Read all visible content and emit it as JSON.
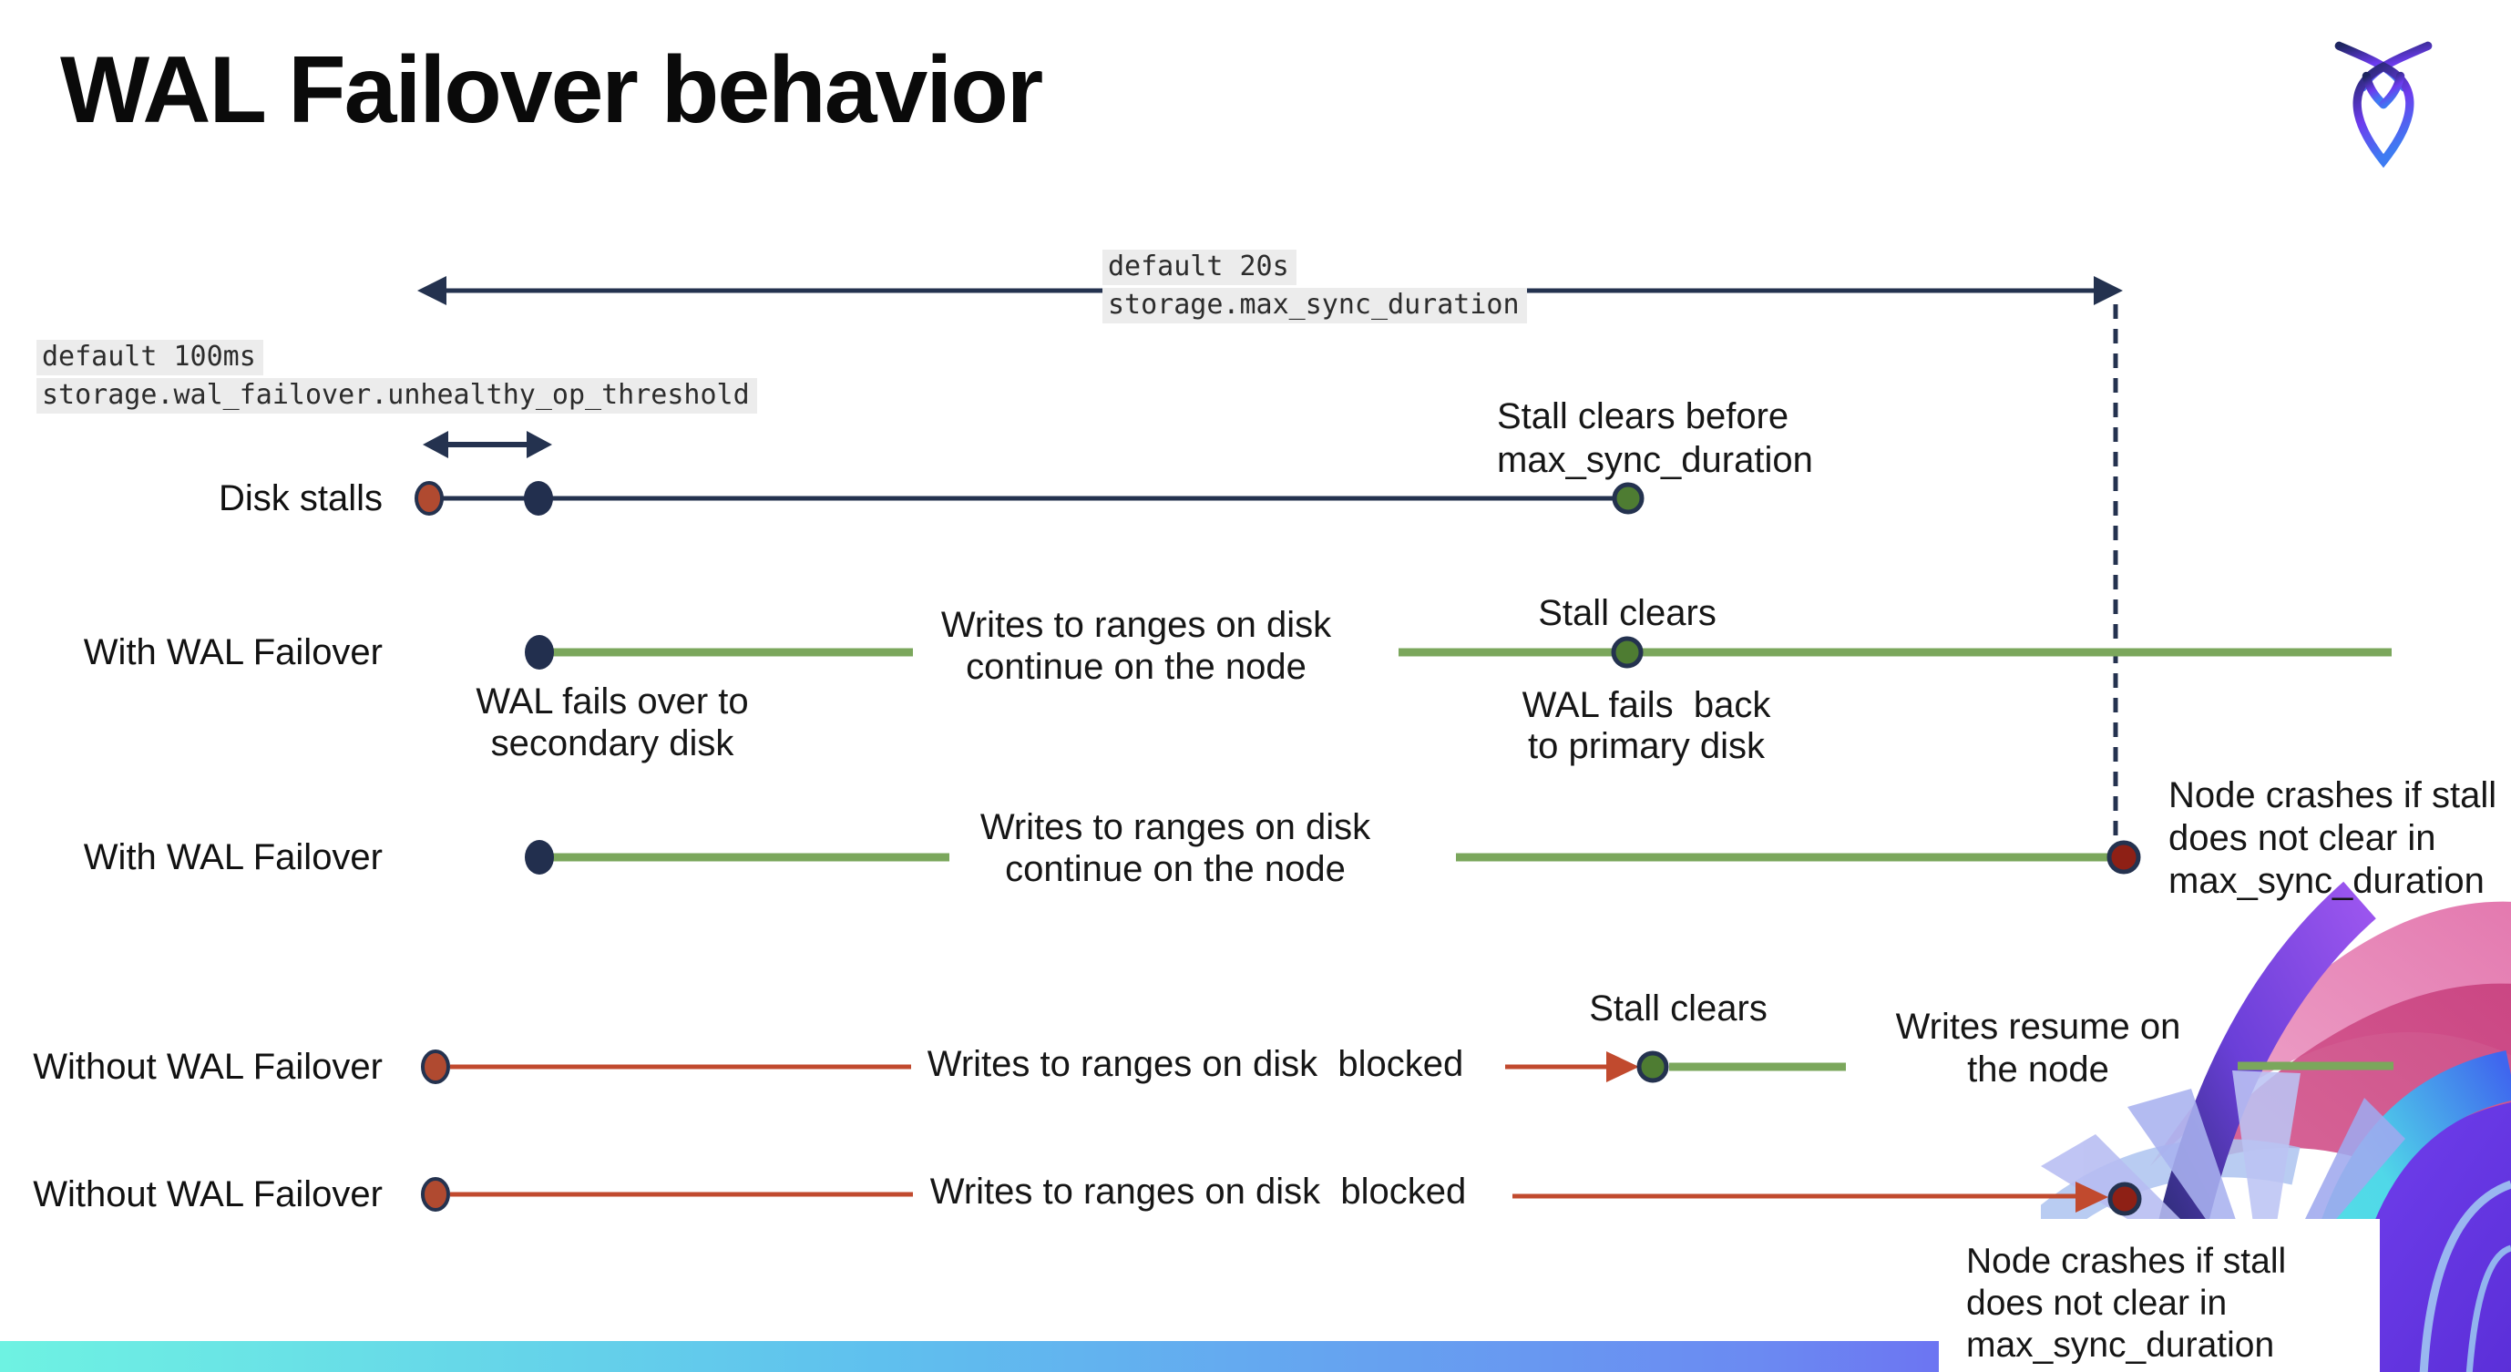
{
  "slide": {
    "title": "WAL Failover behavior",
    "logo": "cockroachdb-mark"
  },
  "config_labels": {
    "max_sync": {
      "line1": "default 20s",
      "line2": "storage.max_sync_duration"
    },
    "unhealthy_op": {
      "line1": "default 100ms",
      "line2": "storage.wal_failover.unhealthy_op_threshold"
    }
  },
  "rows": [
    {
      "label": "Disk stalls"
    },
    {
      "label": "With WAL Failover"
    },
    {
      "label": "With WAL Failover"
    },
    {
      "label": "Without WAL Failover"
    },
    {
      "label": "Without WAL Failover"
    }
  ],
  "annotations": {
    "r1_stall_clears": "Stall clears before\nmax_sync_duration",
    "r2_writes_continue": "Writes to ranges on disk\ncontinue on the node",
    "r2_failover": "WAL fails over to\nsecondary disk",
    "r2_stall_clears": "Stall clears",
    "r2_failback": "WAL fails  back\nto primary disk",
    "r3_writes_continue": "Writes to ranges on disk\ncontinue on the node",
    "r3_crash": "Node crashes if stall\ndoes not clear in\nmax_sync_duration",
    "r4_blocked": "Writes to ranges on disk  blocked",
    "r4_stall_clears": "Stall clears",
    "r4_resume": "Writes resume on\nthe node",
    "r5_blocked": "Writes to ranges on disk  blocked",
    "r5_crash": "Node crashes if stall\ndoes not clear in\nmax_sync_duration"
  },
  "colors": {
    "navy": "#24324f",
    "green_line": "#7ba75c",
    "green_dot": "#4e7c32",
    "red_line": "#c14a2e",
    "red_dot": "#b04a30",
    "crash_dot": "#8e2015",
    "label_highlight": "#ececec",
    "bar_gradient_left": "#6ef2e2",
    "bar_gradient_right": "#7747ef"
  }
}
